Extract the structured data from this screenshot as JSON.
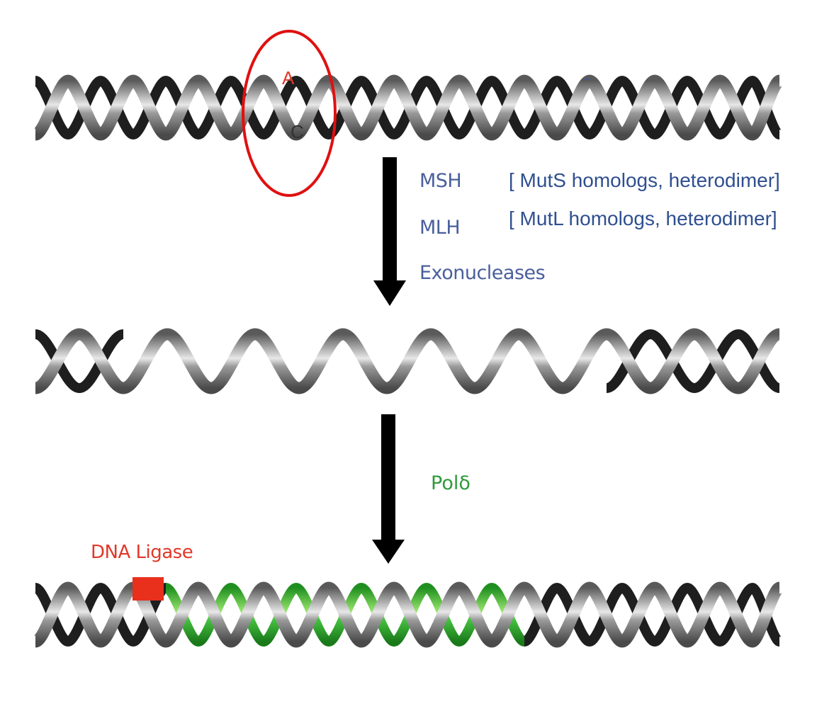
{
  "mismatch": {
    "top_base": "A",
    "bottom_base": "C"
  },
  "step1": {
    "msh_label": "MSH",
    "msh_note": "[ MutS homologs, heterodimer]",
    "mlh_label": "MLH",
    "mlh_note": "[ MutL homologs, heterodimer]",
    "exo_label": "Exonucleases"
  },
  "step2": {
    "pol_label": "Polδ"
  },
  "step3": {
    "ligase_label": "DNA Ligase"
  },
  "colors": {
    "strand_dark": "#1e1e1e",
    "strand_grey": "#8a8a8a",
    "strand_highlight": "#e6e6e6",
    "new_strand_green": "#3fbf3a",
    "mismatch_circle": "#e01010",
    "ligase_box": "#e8301c",
    "arrow": "#000000"
  }
}
